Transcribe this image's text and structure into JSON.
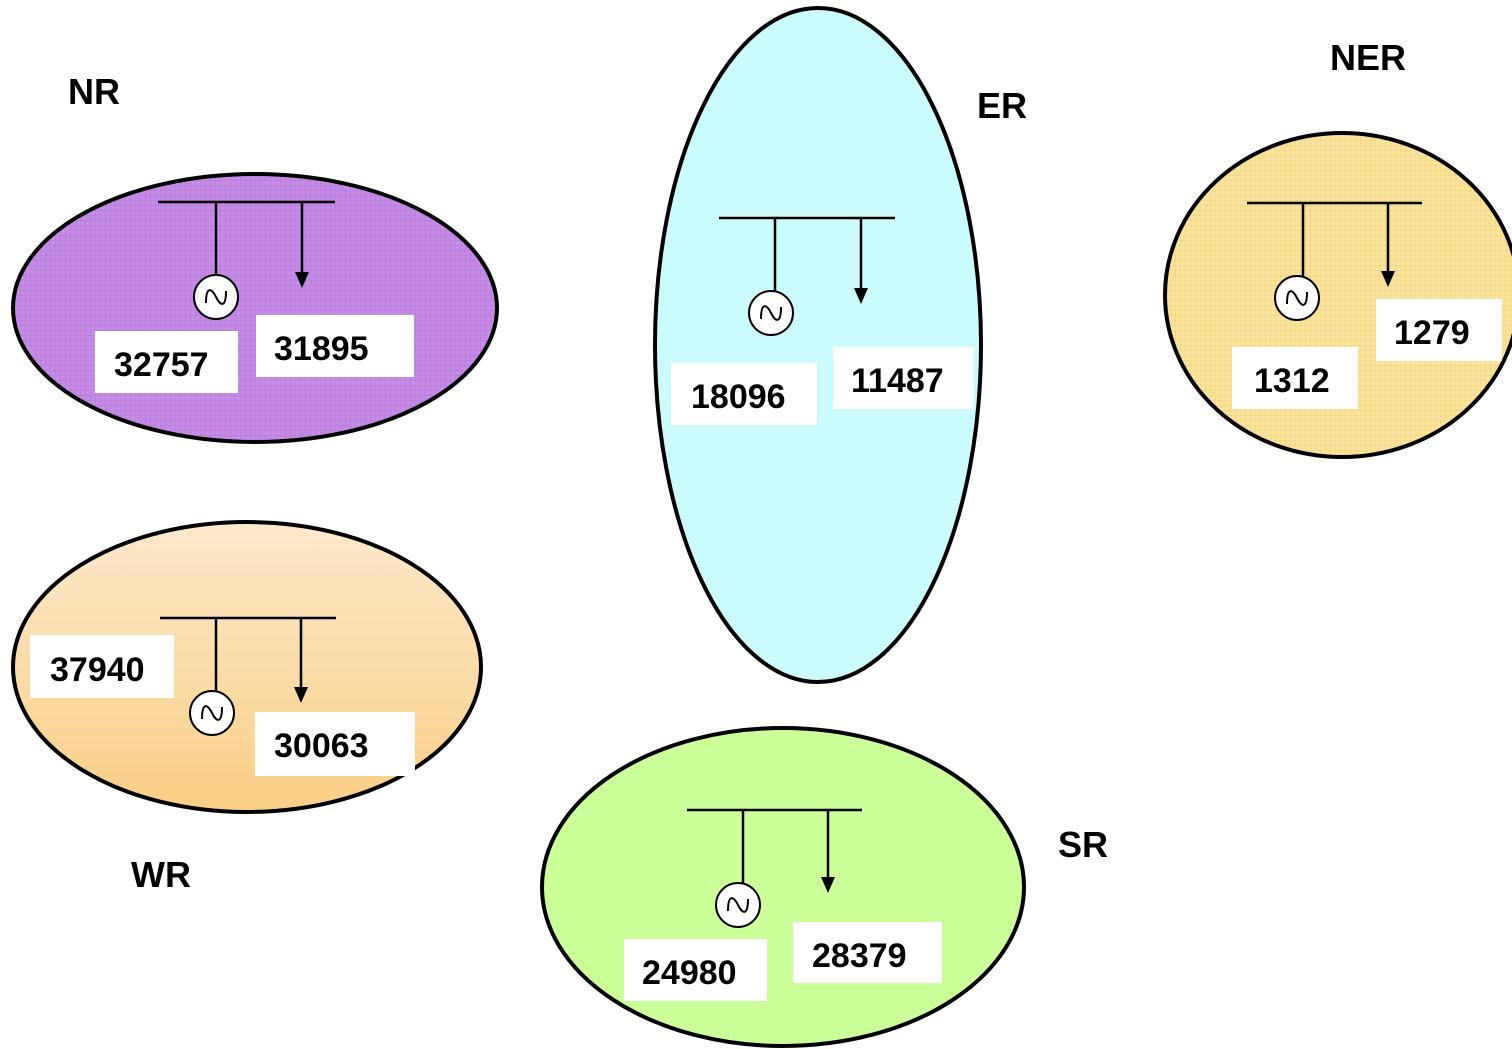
{
  "regions": {
    "nr": {
      "label": "NR",
      "generation": "32757",
      "load": "31895",
      "fill": "#c68ce8"
    },
    "er": {
      "label": "ER",
      "generation": "18096",
      "load": "11487",
      "fill": "#ccfbfc"
    },
    "ner": {
      "label": "NER",
      "generation": "1312",
      "load": "1279",
      "fill": "#f9df94"
    },
    "wr": {
      "label": "WR",
      "generation": "37940",
      "load": "30063",
      "fill": "#fbe0b4"
    },
    "sr": {
      "label": "SR",
      "generation": "24980",
      "load": "28379",
      "fill": "#ccff99"
    }
  },
  "icons": {
    "generator": "ac-generator-icon",
    "load": "load-arrow-icon"
  }
}
